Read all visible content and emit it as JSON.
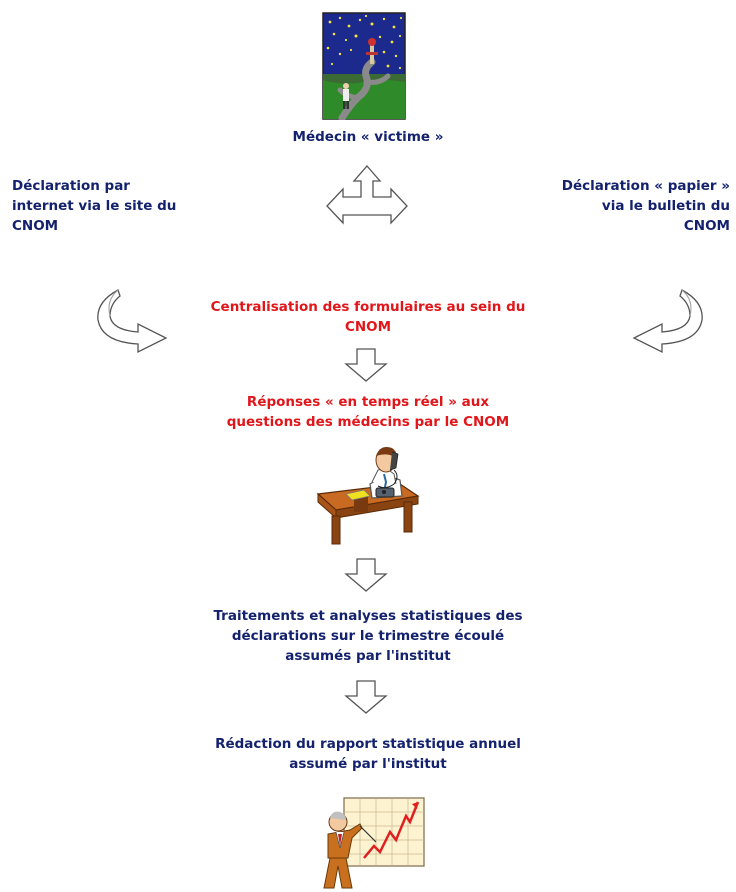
{
  "nodes": {
    "victim": "Médecin « victime »",
    "left_decl": [
      "Déclaration par",
      "internet via le site du",
      "CNOM"
    ],
    "right_decl": [
      "Déclaration « papier »",
      "via le bulletin du",
      "CNOM"
    ],
    "centralisation": [
      "Centralisation des formulaires au sein du",
      "CNOM"
    ],
    "responses": [
      "Réponses « en temps réel » aux",
      "questions des médecins par le CNOM"
    ],
    "treatments": [
      "Traitements et analyses statistiques des",
      "déclarations sur le trimestre écoulé",
      "assumés par l'institut"
    ],
    "report": [
      "Rédaction du rapport statistique annuel",
      "assumé par l'institut"
    ]
  },
  "colors": {
    "navy_text": "#14226e",
    "red_text": "#e1161a",
    "arrow_outline": "#555555"
  },
  "icons": {
    "victim_picture": "doctor-night-scene-icon",
    "telephone_picture": "man-on-phone-at-desk-icon",
    "report_picture": "man-presenting-chart-icon"
  }
}
